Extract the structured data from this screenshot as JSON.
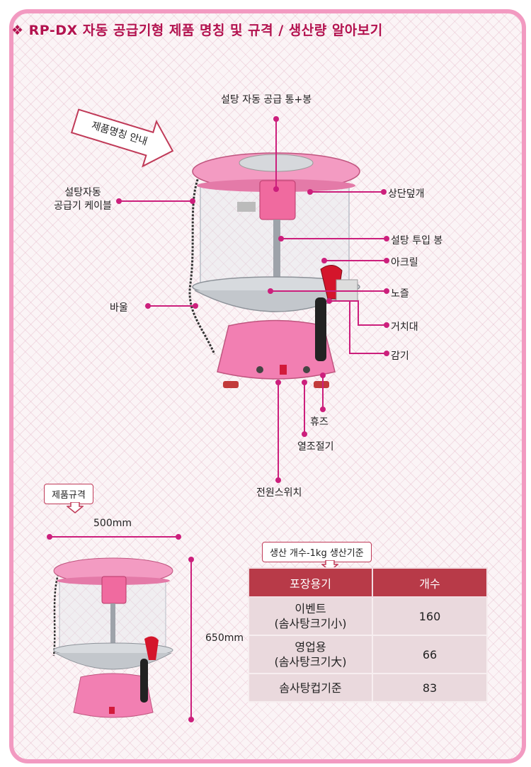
{
  "title": "❖ RP-DX  자동 공급기형 제품 명칭 및 규격 / 생산량 알아보기",
  "guide_arrow": "제품명칭 안내",
  "labels": {
    "sugar_feeder": "설탕 자동 공급 통+봉",
    "cable_line1": "설탕자동",
    "cable_line2": "공급기 케이블",
    "top_cover": "상단덮개",
    "sugar_rod": "설탕 투입 봉",
    "acrylic": "아크릴",
    "nozzle": "노즐",
    "bowl": "바울",
    "holder": "거치대",
    "winder": "감기",
    "fuse": "휴즈",
    "heat_control": "열조절기",
    "power_switch": "전원스위치"
  },
  "spec": {
    "tag": "제품규격",
    "width": "500mm",
    "height": "650mm"
  },
  "production": {
    "tag": "생산 개수-1kg 생산기준",
    "headers": [
      "포장용기",
      "개수"
    ],
    "rows": [
      {
        "name1": "이벤트",
        "name2": "(솜사탕크기小)",
        "count": "160"
      },
      {
        "name1": "영업용",
        "name2": "(솜사탕크기大)",
        "count": "66"
      },
      {
        "name1": "솜사탕컵기준",
        "name2": "",
        "count": "83"
      }
    ]
  },
  "colors": {
    "accent": "#b3124f",
    "frame": "#f29ac1",
    "leader": "#cc1f7c",
    "table_header": "#b83a48",
    "machine_pink": "#f07db0"
  }
}
